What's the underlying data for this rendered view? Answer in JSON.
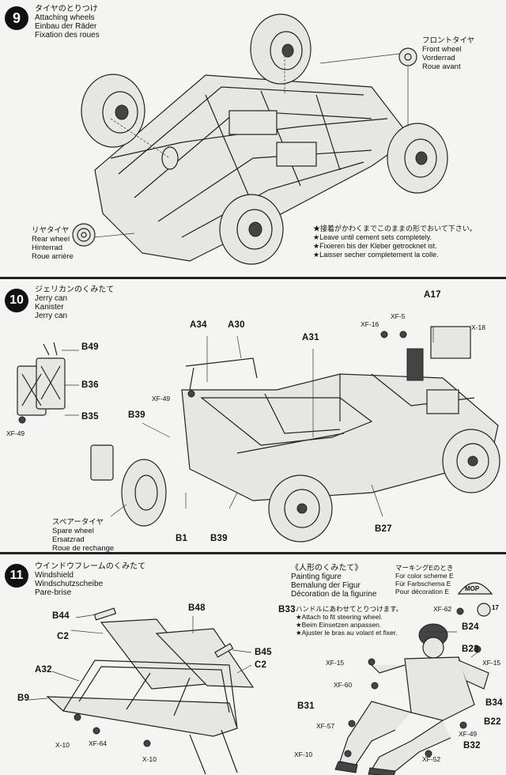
{
  "step9": {
    "number": "9",
    "title": [
      "タイヤのとりつけ",
      "Attaching wheels",
      "Einbau der Räder",
      "Fixation des roues"
    ],
    "front_wheel": [
      "フロントタイヤ",
      "Front wheel",
      "Vorderrad",
      "Roue avant"
    ],
    "rear_wheel": [
      "リヤタイヤ",
      "Rear wheel",
      "Hinterrad",
      "Roue arrière"
    ],
    "note": [
      "★接着がかわくまでこのままの形でおいて下さい。",
      "★Leave until cement sets completely.",
      "★Fixieren bis der Kleber getrocknet ist.",
      "★Laisser secher completement la colle."
    ]
  },
  "step10": {
    "number": "10",
    "title": [
      "ジェリカンのくみたて",
      "Jerry can",
      "Kanister",
      "Jerry can"
    ],
    "spare": [
      "スペアータイヤ",
      "Spare wheel",
      "Ersatzrad",
      "Roue de rechange"
    ],
    "parts": {
      "b49": "B49",
      "b36": "B36",
      "b35": "B35",
      "xf49a": "XF-49",
      "a34": "A34",
      "a30": "A30",
      "a31": "A31",
      "a17": "A17",
      "xf16": "XF-16",
      "xf5": "XF-5",
      "x18": "X-18",
      "xf49b": "XF-49",
      "b39a": "B39",
      "b1": "B1",
      "b39b": "B39",
      "b27": "B27"
    }
  },
  "step11": {
    "number": "11",
    "title": [
      "ウインドウフレームのくみたて",
      "Windshield",
      "Windschutzscheibe",
      "Pare-brise"
    ],
    "figure": [
      "《人形のくみたて》",
      "Painting figure",
      "Bemalung der Figur",
      "Décoration de la figurine"
    ],
    "marking": [
      "マーキングEのとき",
      "For color scheme E",
      "Für Farbschema E",
      "Pour décoration E"
    ],
    "b33_note": [
      "ハンドルにあわせてとりつけます。",
      "★Attach to fit steering wheel.",
      "★Beim Einsetzen anpassen.",
      "★Ajuster le bras au volant et fixer."
    ],
    "badge": "MOP",
    "ref": "17",
    "parts": {
      "b44": "B44",
      "b48": "B48",
      "c2a": "C2",
      "b45": "B45",
      "c2b": "C2",
      "a32": "A32",
      "b9": "B9",
      "x10a": "X-10",
      "xf64": "XF-64",
      "x10b": "X-10",
      "b33": "B33",
      "xf62": "XF-62",
      "b24": "B24",
      "b23": "B23",
      "xf15a": "XF-15",
      "xf15b": "XF-15",
      "xf60": "XF-60",
      "b31": "B31",
      "b34": "B34",
      "xf57": "XF-57",
      "xf49": "XF-49",
      "b22": "B22",
      "xf10": "XF-10",
      "xf52": "XF-52",
      "b32": "B32"
    }
  }
}
